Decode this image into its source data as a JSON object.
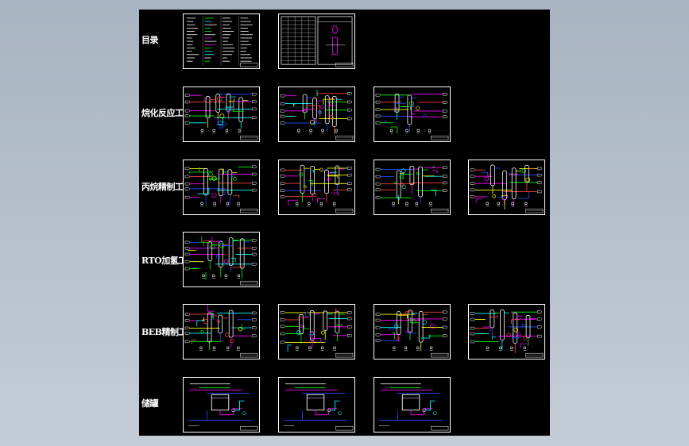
{
  "viewport": {
    "background": "#b8c2ce",
    "drawing_background": "#000000"
  },
  "rows": [
    {
      "label": "目录",
      "sheet_count": 2,
      "kind": "index"
    },
    {
      "label": "烷化反应工段",
      "sheet_count": 3,
      "kind": "pid"
    },
    {
      "label": "丙烷精制工段",
      "sheet_count": 4,
      "kind": "pid"
    },
    {
      "label": "RTO加氢工段",
      "sheet_count": 1,
      "kind": "pid"
    },
    {
      "label": "BEB精制工段",
      "sheet_count": 4,
      "kind": "pid"
    },
    {
      "label": "储罐",
      "sheet_count": 3,
      "kind": "tank"
    }
  ],
  "line_colors": {
    "process": "#ff00ff",
    "steam": "#00ff00",
    "water": "#00ffff",
    "product": "#ff4040",
    "utility": "#2050ff",
    "equipment": "#ffffff",
    "signal": "#ffff00"
  }
}
